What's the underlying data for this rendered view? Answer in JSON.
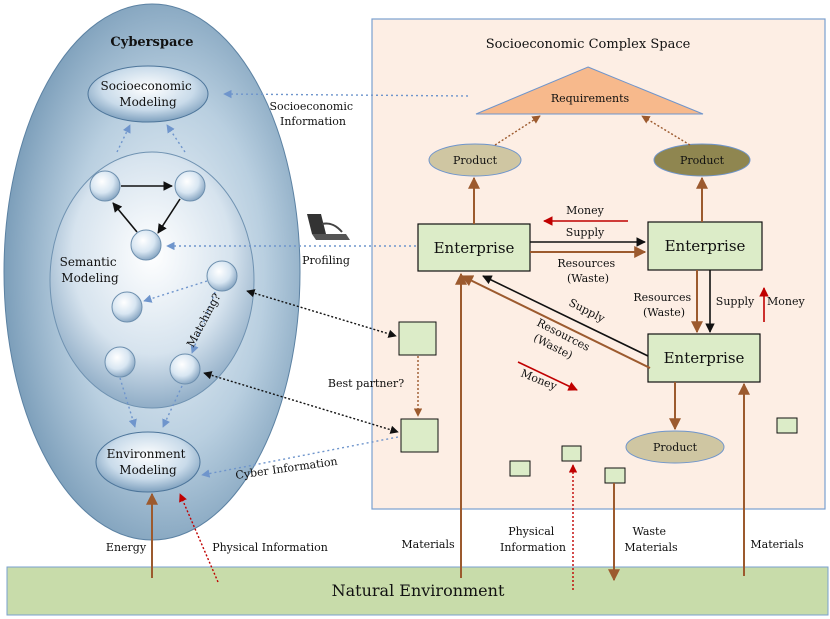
{
  "cyberspace": {
    "title": "Cyberspace",
    "socioeconomic_modeling": [
      "Socioeconomic",
      "Modeling"
    ],
    "semantic_modeling": [
      "Semantic",
      "Modeling"
    ],
    "environment_modeling": [
      "Environment",
      "Modeling"
    ],
    "matching_label": "Matching?"
  },
  "socio_space": {
    "title": "Socioeconomic Complex Space",
    "requirements": "Requirements",
    "product": "Product",
    "enterprise": "Enterprise",
    "money": "Money",
    "supply": "Supply",
    "resources_waste": [
      "Resources",
      "(Waste)"
    ],
    "best_partner": "Best partner?"
  },
  "links": {
    "socioeconomic_information": [
      "Socioeconomic",
      "Information"
    ],
    "profiling": "Profiling",
    "cyber_information": "Cyber Information"
  },
  "bottom": {
    "energy": "Energy",
    "physical_information_left": "Physical Information",
    "materials": "Materials",
    "physical_information_mid": [
      "Physical",
      "Information"
    ],
    "waste_materials": [
      "Waste",
      "Materials"
    ]
  },
  "natural_environment": "Natural Environment",
  "colors": {
    "socio_bg": "#fdeee4",
    "socio_border": "#7aa0cf",
    "env_bar": "#c8dcaa",
    "requirements_fill": "#f7b98c",
    "product_fill_light": "#cfc6a2",
    "product_fill_dark": "#8f8650",
    "enterprise_fill": "#dcecc8",
    "brown_arrow": "#9c5a2e",
    "red_arrow": "#c00000",
    "blue_dotted": "#6f95cc"
  }
}
